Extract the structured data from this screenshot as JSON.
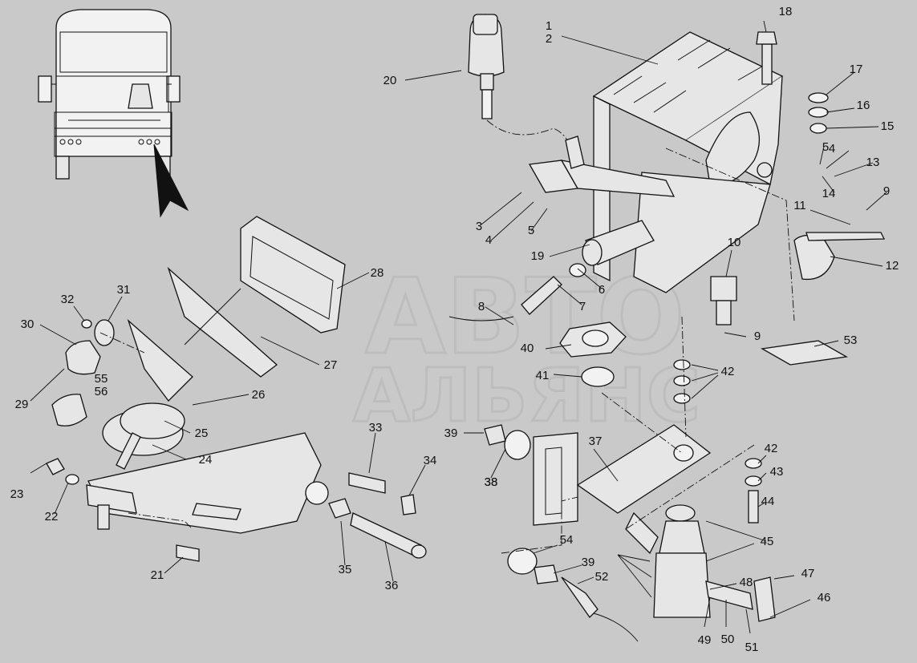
{
  "diagram": {
    "watermark_line1": "АВТО",
    "watermark_line2": "АЛЬЯНС",
    "callouts": [
      {
        "label": "1"
      },
      {
        "label": "2"
      },
      {
        "label": "3"
      },
      {
        "label": "4"
      },
      {
        "label": "5"
      },
      {
        "label": "6"
      },
      {
        "label": "7"
      },
      {
        "label": "8"
      },
      {
        "label": "9"
      },
      {
        "label": "10"
      },
      {
        "label": "11"
      },
      {
        "label": "12"
      },
      {
        "label": "13"
      },
      {
        "label": "14"
      },
      {
        "label": "15"
      },
      {
        "label": "16"
      },
      {
        "label": "17"
      },
      {
        "label": "18"
      },
      {
        "label": "19"
      },
      {
        "label": "20"
      },
      {
        "label": "21"
      },
      {
        "label": "22"
      },
      {
        "label": "23"
      },
      {
        "label": "24"
      },
      {
        "label": "25"
      },
      {
        "label": "26"
      },
      {
        "label": "27"
      },
      {
        "label": "28"
      },
      {
        "label": "29"
      },
      {
        "label": "30"
      },
      {
        "label": "31"
      },
      {
        "label": "32"
      },
      {
        "label": "33"
      },
      {
        "label": "34"
      },
      {
        "label": "35"
      },
      {
        "label": "36"
      },
      {
        "label": "37"
      },
      {
        "label": "38"
      },
      {
        "label": "39"
      },
      {
        "label": "40"
      },
      {
        "label": "41"
      },
      {
        "label": "42"
      },
      {
        "label": "43"
      },
      {
        "label": "44"
      },
      {
        "label": "45"
      },
      {
        "label": "46"
      },
      {
        "label": "47"
      },
      {
        "label": "48"
      },
      {
        "label": "49"
      },
      {
        "label": "50"
      },
      {
        "label": "51"
      },
      {
        "label": "52"
      },
      {
        "label": "53"
      },
      {
        "label": "54"
      },
      {
        "label": "55"
      },
      {
        "label": "56"
      },
      {
        "label": "4"
      },
      {
        "label": "5"
      },
      {
        "label": "9"
      },
      {
        "label": "38"
      },
      {
        "label": "39"
      },
      {
        "label": "42"
      }
    ]
  }
}
